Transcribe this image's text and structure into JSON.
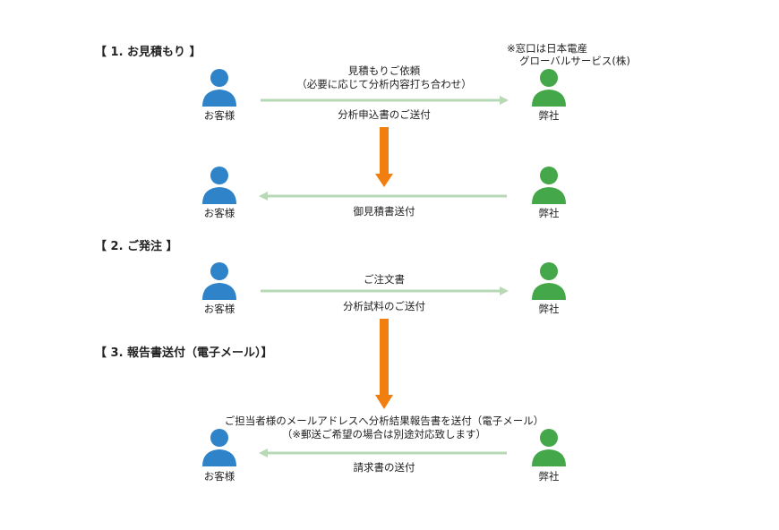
{
  "sections": [
    {
      "title": "【 1. お見積もり 】"
    },
    {
      "title": "【 2. ご発注 】"
    },
    {
      "title": "【 3. 報告書送付（電子メール）】"
    }
  ],
  "note": {
    "line1": "※窓口は日本電産",
    "line2": "グローバルサービス(株)"
  },
  "actors": {
    "customer": "お客様",
    "company": "弊社"
  },
  "flows": [
    {
      "above": [
        "見積もりご依頼",
        "（必要に応じて分析内容打ち合わせ）"
      ],
      "below": "分析申込書のご送付"
    },
    {
      "above": [],
      "below": "御見積書送付"
    },
    {
      "above": [
        "ご注文書"
      ],
      "below": "分析試料のご送付"
    },
    {
      "above": [
        "ご担当者様のメールアドレスへ分析結果報告書を送付（電子メール）",
        "（※郵送ご希望の場合は別途対応致します）"
      ],
      "below": "請求書の送付"
    }
  ],
  "colors": {
    "customer": "#2e83c9",
    "company": "#44a84a",
    "arrow": "#b7d9b5",
    "step_arrow": "#f07f10"
  }
}
